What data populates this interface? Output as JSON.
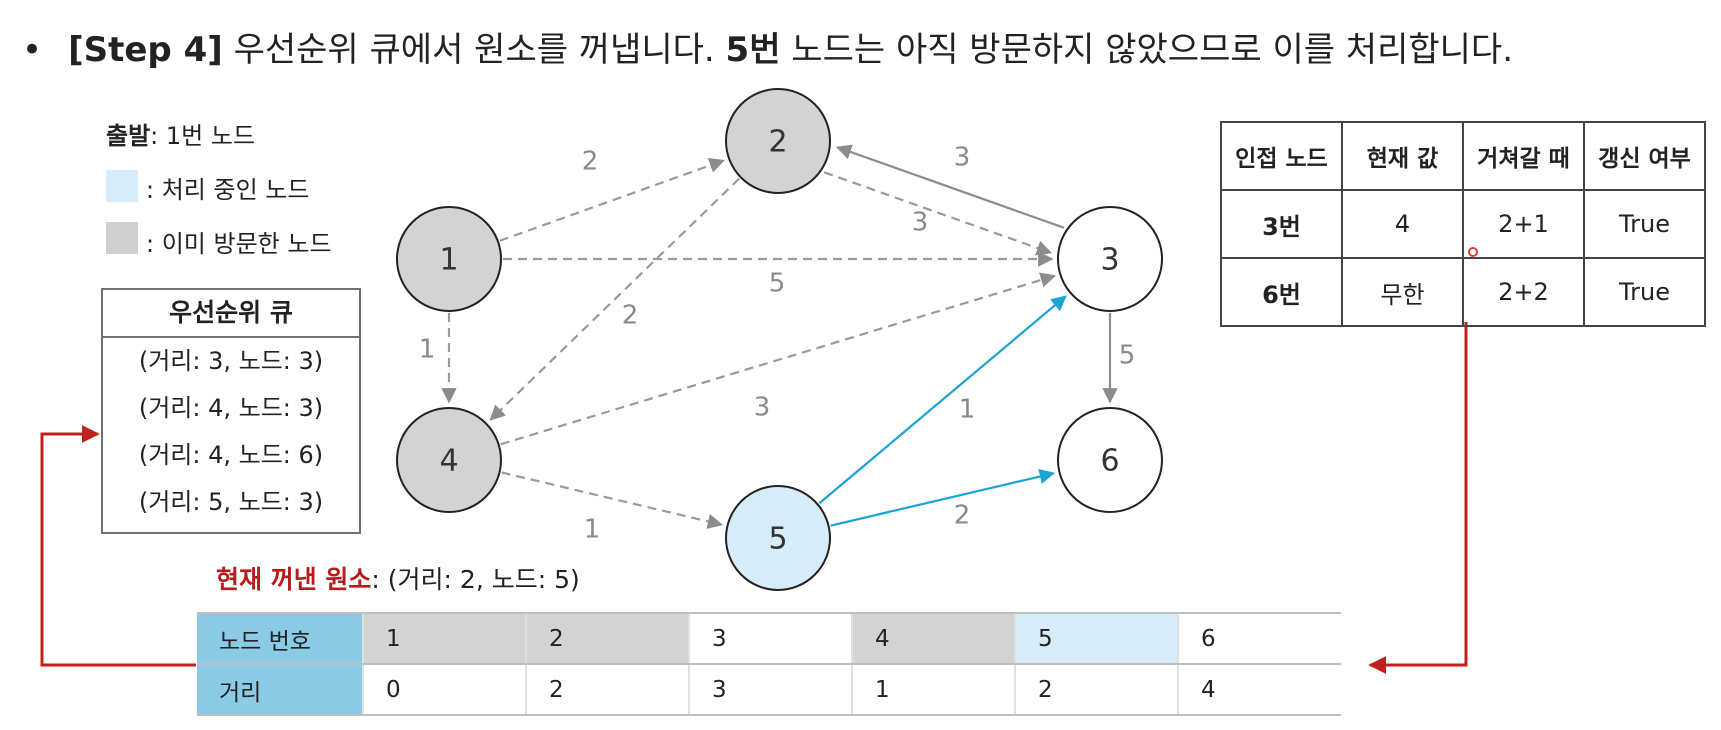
{
  "header": {
    "bullet": "•",
    "step": "[Step 4]",
    "text1": " 우선순위 큐에서 원소를 꺼냅니다. ",
    "node": "5번",
    "text2": " 노드는 아직 방문하지 않았으므로 이를 처리합니다."
  },
  "legend": {
    "start_label": "출발",
    "start_value": ": 1번 노드",
    "processing": ": 처리 중인 노드",
    "visited": ": 이미 방문한 노드"
  },
  "priority_queue": {
    "title": "우선순위 큐",
    "items": [
      "(거리: 3, 노드: 3)",
      "(거리: 4, 노드: 3)",
      "(거리: 4, 노드: 6)",
      "(거리: 5, 노드: 3)"
    ]
  },
  "adjacency_table": {
    "headers": [
      "인접 노드",
      "현재 값",
      "거쳐갈 때",
      "갱신 여부"
    ],
    "rows": [
      [
        "3번",
        "4",
        "2+1",
        "True"
      ],
      [
        "6번",
        "무한",
        "2+2",
        "True"
      ]
    ]
  },
  "current": {
    "label": "현재 꺼낸 원소",
    "value": ": (거리: 2, 노드: 5)"
  },
  "distance_table": {
    "row1_label": "노드 번호",
    "row2_label": "거리",
    "nodes": [
      "1",
      "2",
      "3",
      "4",
      "5",
      "6"
    ],
    "distances": [
      "0",
      "2",
      "3",
      "1",
      "2",
      "4"
    ]
  },
  "graph": {
    "nodes": [
      {
        "id": "1",
        "state": "visited"
      },
      {
        "id": "2",
        "state": "visited"
      },
      {
        "id": "3",
        "state": "normal"
      },
      {
        "id": "4",
        "state": "visited"
      },
      {
        "id": "5",
        "state": "processing"
      },
      {
        "id": "6",
        "state": "normal"
      }
    ],
    "edges": [
      {
        "from": "1",
        "to": "2",
        "weight": "2",
        "style": "dashed"
      },
      {
        "from": "1",
        "to": "3",
        "weight": "5",
        "style": "dashed"
      },
      {
        "from": "1",
        "to": "4",
        "weight": "1",
        "style": "dashed"
      },
      {
        "from": "2",
        "to": "3",
        "weight": "3",
        "style": "dashed"
      },
      {
        "from": "3",
        "to": "2",
        "weight": "3",
        "style": "solid"
      },
      {
        "from": "2",
        "to": "4",
        "weight": "2",
        "style": "dashed"
      },
      {
        "from": "3",
        "to": "6",
        "weight": "5",
        "style": "solid"
      },
      {
        "from": "4",
        "to": "3",
        "weight": "3",
        "style": "dashed"
      },
      {
        "from": "4",
        "to": "5",
        "weight": "1",
        "style": "dashed"
      },
      {
        "from": "5",
        "to": "3",
        "weight": "1",
        "style": "active"
      },
      {
        "from": "5",
        "to": "6",
        "weight": "2",
        "style": "active"
      }
    ]
  },
  "colors": {
    "visited_fill": "#d3d3d3",
    "processing_fill": "#d6ecf8",
    "active_edge": "#1aa3d4",
    "dashed_edge": "#9a9a9a",
    "solid_edge": "#8c8c8c",
    "connector": "#c0201e",
    "header_cell": "#8ccbe6"
  }
}
